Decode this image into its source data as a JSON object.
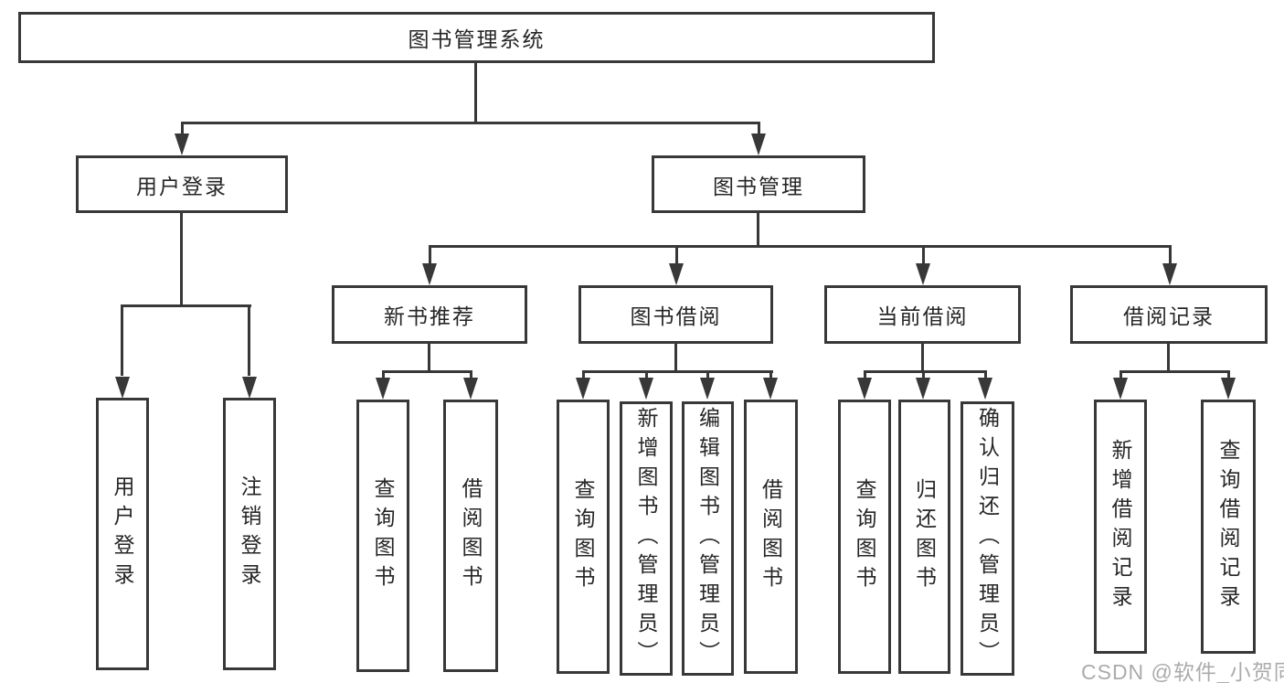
{
  "diagram": {
    "root": {
      "label": "图书管理系统"
    },
    "branches": [
      {
        "label": "用户登录",
        "children": [
          {
            "label": "用户登录"
          },
          {
            "label": "注销登录"
          }
        ]
      },
      {
        "label": "图书管理",
        "children": [
          {
            "label": "新书推荐",
            "children": [
              {
                "label": "查询图书"
              },
              {
                "label": "借阅图书"
              }
            ]
          },
          {
            "label": "图书借阅",
            "children": [
              {
                "label": "查询图书"
              },
              {
                "label": "新增图书（管理员）"
              },
              {
                "label": "编辑图书（管理员）"
              },
              {
                "label": "借阅图书"
              }
            ]
          },
          {
            "label": "当前借阅",
            "children": [
              {
                "label": "查询图书"
              },
              {
                "label": "归还图书"
              },
              {
                "label": "确认归还（管理员）"
              }
            ]
          },
          {
            "label": "借阅记录",
            "children": [
              {
                "label": "新增借阅记录"
              },
              {
                "label": "查询借阅记录"
              }
            ]
          }
        ]
      }
    ]
  },
  "watermark": {
    "text": "CSDN @软件_小贺同学"
  },
  "colors": {
    "line": "#383838",
    "text": "#262626",
    "background": "#ffffff",
    "watermark": "#ababab"
  }
}
